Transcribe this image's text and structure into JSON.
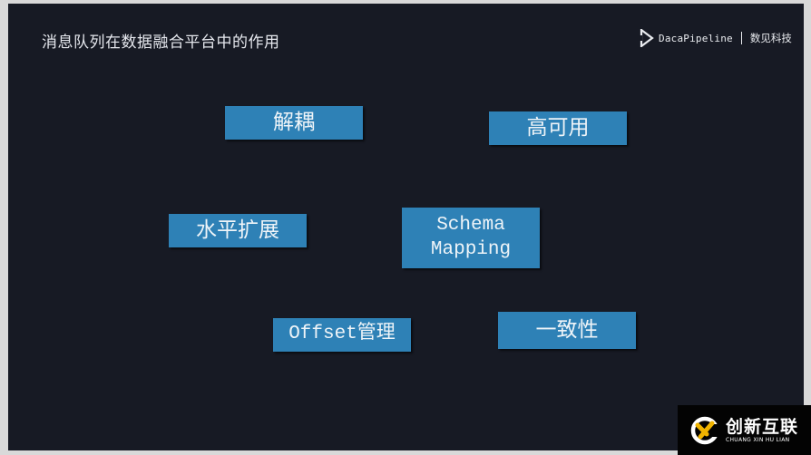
{
  "slide": {
    "title": "消息队列在数据融合平台中的作用",
    "brand": {
      "name": "DacaPipeline",
      "company": "数见科技",
      "logo_icon": "play-outline-icon"
    },
    "cards": [
      {
        "id": "decoupling",
        "label": "解耦"
      },
      {
        "id": "high-availability",
        "label": "高可用"
      },
      {
        "id": "horizontal-scaling",
        "label": "水平扩展"
      },
      {
        "id": "schema-mapping",
        "label": "Schema\nMapping"
      },
      {
        "id": "offset-management",
        "label": "Offset管理"
      },
      {
        "id": "consistency",
        "label": "一致性"
      }
    ],
    "colors": {
      "background": "#171a24",
      "card": "#2e81b6",
      "card_text": "#eef4f8",
      "title_text": "#e6e8ee"
    }
  },
  "watermark": {
    "name_cn": "创新互联",
    "name_en": "CHUANG XIN HU LIAN",
    "logo_icon": "cx-logo-icon",
    "accent": "#f0b400"
  }
}
